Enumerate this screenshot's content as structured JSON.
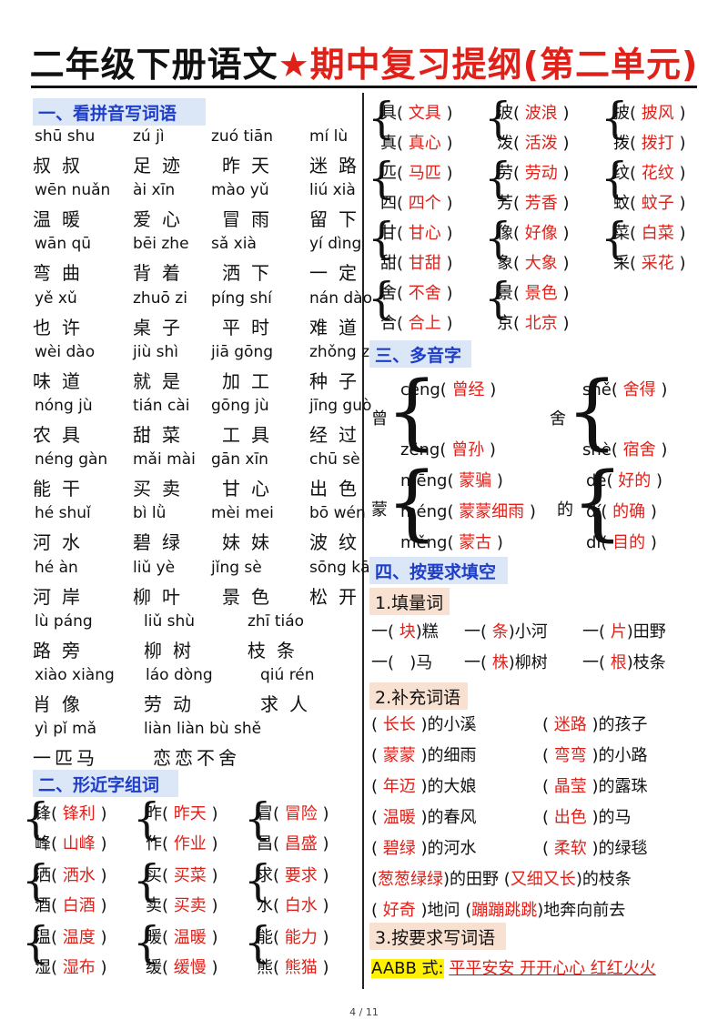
{
  "title": {
    "black": "二年级下册语文",
    "star": "★",
    "red": "期中复习提纲(第二单元)"
  },
  "sec1": "一、看拼音写词语",
  "words": [
    {
      "py": [
        "shū shu",
        "zú jì",
        "zuó tiān",
        "mí lù"
      ],
      "hz": [
        "叔叔",
        "足迹",
        "昨天",
        "迷路"
      ]
    },
    {
      "py": [
        "wēn nuǎn",
        "ài xīn",
        "mào yǔ",
        "liú xià"
      ],
      "hz": [
        "温暖",
        "爱心",
        "冒雨",
        "留下"
      ]
    },
    {
      "py": [
        "wān qū",
        "bēi zhe",
        "sǎ xià",
        "yí dìng"
      ],
      "hz": [
        "弯曲",
        "背着",
        "洒下",
        "一定"
      ]
    },
    {
      "py": [
        "yě xǔ",
        "zhuō zi",
        "píng shí",
        "nán dào"
      ],
      "hz": [
        "也许",
        "桌子",
        "平时",
        "难道"
      ]
    },
    {
      "py": [
        "wèi dào",
        "jiù shì",
        "jiā gōng",
        "zhǒng zi"
      ],
      "hz": [
        "味道",
        "就是",
        "加工",
        "种子"
      ]
    },
    {
      "py": [
        "nóng jù",
        "tián cài",
        "gōng jù",
        "jīng guò"
      ],
      "hz": [
        "农具",
        "甜菜",
        "工具",
        "经过"
      ]
    },
    {
      "py": [
        "néng gàn",
        "mǎi mài",
        "gān xīn",
        "chū sè"
      ],
      "hz": [
        "能干",
        "买卖",
        "甘心",
        "出色"
      ]
    },
    {
      "py": [
        "hé shuǐ",
        "bì lǜ",
        "mèi mei",
        "bō wén"
      ],
      "hz": [
        "河水",
        "碧绿",
        "妹妹",
        "波纹"
      ]
    },
    {
      "py": [
        "hé àn",
        "liǔ yè",
        "jǐng sè",
        "sōng kāi"
      ],
      "hz": [
        "河岸",
        "柳叶",
        "景色",
        "松开"
      ]
    },
    {
      "py": [
        "lù páng",
        "liǔ shù",
        "zhī tiáo",
        ""
      ],
      "hz": [
        "路旁",
        "柳树",
        "枝条",
        ""
      ]
    },
    {
      "py": [
        "xiào xiàng",
        "láo dòng",
        "qiú rén",
        ""
      ],
      "hz": [
        "肖像",
        "劳动",
        "求人",
        ""
      ]
    },
    {
      "py": [
        "yì pǐ mǎ",
        "liàn liàn bù shě",
        "",
        ""
      ],
      "hz": [
        "一匹马",
        "恋恋不舍",
        "",
        ""
      ]
    }
  ],
  "sec2": "二、形近字组词",
  "left_pairs": [
    [
      [
        "锋",
        "锋利"
      ],
      [
        "峰",
        "山峰"
      ],
      [
        "昨",
        "昨天"
      ],
      [
        "作",
        "作业"
      ],
      [
        "冒",
        "冒险"
      ],
      [
        "昌",
        "昌盛"
      ]
    ],
    [
      [
        "洒",
        "洒水"
      ],
      [
        "酒",
        "白酒"
      ],
      [
        "买",
        "买菜"
      ],
      [
        "卖",
        "买卖"
      ],
      [
        "求",
        "要求"
      ],
      [
        "水",
        "白水"
      ]
    ],
    [
      [
        "温",
        "温度"
      ],
      [
        "湿",
        "湿布"
      ],
      [
        "暖",
        "温暖"
      ],
      [
        "缓",
        "缓慢"
      ],
      [
        "能",
        "能力"
      ],
      [
        "熊",
        "熊猫"
      ]
    ]
  ],
  "right_pairs": [
    [
      [
        "具",
        "文具"
      ],
      [
        "真",
        "真心"
      ],
      [
        "波",
        "波浪"
      ],
      [
        "泼",
        "活泼"
      ],
      [
        "披",
        "披风"
      ],
      [
        "拨",
        "拨打"
      ]
    ],
    [
      [
        "匹",
        "马匹"
      ],
      [
        "四",
        "四个"
      ],
      [
        "劳",
        "劳动"
      ],
      [
        "芳",
        "芳香"
      ],
      [
        "纹",
        "花纹"
      ],
      [
        "蚊",
        "蚊子"
      ]
    ],
    [
      [
        "甘",
        "甘心"
      ],
      [
        "甜",
        "甘甜"
      ],
      [
        "像",
        "好像"
      ],
      [
        "象",
        "大象"
      ],
      [
        "菜",
        "白菜"
      ],
      [
        "采",
        "采花"
      ]
    ],
    [
      [
        "舍",
        "不舍"
      ],
      [
        "合",
        "合上"
      ],
      [
        "景",
        "景色"
      ],
      [
        "京",
        "北京"
      ],
      [
        "",
        ""
      ],
      [
        "",
        ""
      ]
    ]
  ],
  "sec3": "三、多音字",
  "poly": {
    "ceng": {
      "char": "曾",
      "a_py": "céng(",
      "a": "曾经",
      "b_py": "zēng(",
      "b": "曾孙"
    },
    "she": {
      "char": "舍",
      "a_py": "shě(",
      "a": "舍得",
      "b_py": "shè(",
      "b": "宿舍"
    },
    "meng": {
      "char": "蒙",
      "a_py": "mēng(",
      "a": "蒙骗",
      "b_py": "méng(",
      "b": "蒙蒙细雨",
      "c_py": "měng(",
      "c": "蒙古"
    },
    "de": {
      "char": "的",
      "a_py": "de(",
      "a": "好的",
      "b_py": "dí(",
      "b": "的确",
      "c_py": "dì(",
      "c": "目的"
    }
  },
  "sec4": "四、按要求填空",
  "sub1": "1.填量词",
  "liang": [
    [
      [
        "一(",
        "块",
        ")糕"
      ],
      [
        "一(",
        "条",
        ")小河"
      ],
      [
        "一(",
        "片",
        ")田野"
      ]
    ],
    [
      [
        "一(",
        "",
        ")马"
      ],
      [
        "一(",
        "株",
        ")柳树"
      ],
      [
        "一(",
        "根",
        ")枝条"
      ]
    ]
  ],
  "sub2": "2.补充词语",
  "fill": [
    [
      [
        "长长",
        ")的小溪"
      ],
      [
        "迷路",
        ")的孩子"
      ]
    ],
    [
      [
        "蒙蒙",
        ")的细雨"
      ],
      [
        "弯弯",
        ")的小路"
      ]
    ],
    [
      [
        "年迈",
        ")的大娘"
      ],
      [
        "晶莹",
        ")的露珠"
      ]
    ],
    [
      [
        "温暖",
        ")的春风"
      ],
      [
        "出色",
        ")的马"
      ]
    ],
    [
      [
        "碧绿",
        ")的河水"
      ],
      [
        "柔软",
        ")的绿毯"
      ]
    ]
  ],
  "fill6": {
    "a": "葱葱绿绿",
    "a_tail": ")的田野",
    "b": "又细又长",
    "b_tail": ")的枝条"
  },
  "fill7": {
    "a": "好奇",
    "a_tail": ")地问",
    "b": "蹦蹦跳跳",
    "b_tail": ")地奔向前去"
  },
  "sub3": "3.按要求写词语",
  "aabb": {
    "label": "AABB 式:",
    "words": "平平安安 开开心心 红红火火"
  },
  "footer": "4 / 11"
}
